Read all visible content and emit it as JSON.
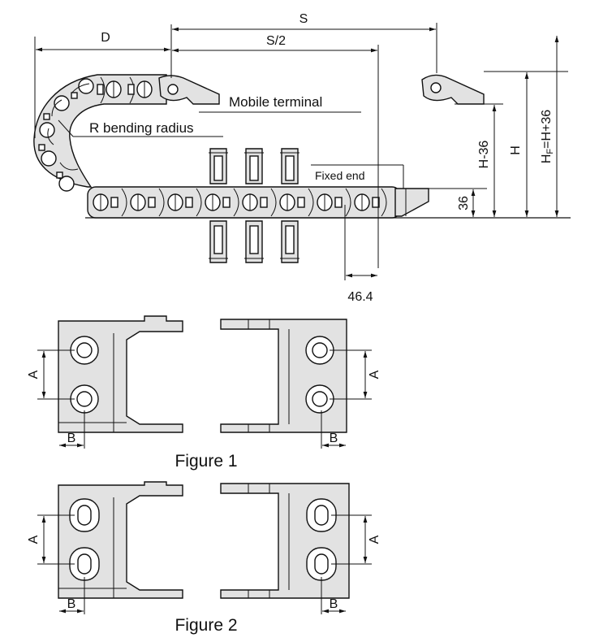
{
  "labels": {
    "S": "S",
    "S_half": "S/2",
    "D": "D",
    "mobile_terminal": "Mobile terminal",
    "bending_radius": "R bending radius",
    "fixed_end": "Fixed end",
    "H_minus": "H-36",
    "H": "H",
    "HF_main": "H",
    "HF_sub": "F",
    "HF_rest": "=H+36",
    "d36": "36",
    "pitch": "46.4",
    "A": "A",
    "B": "B"
  },
  "figures": {
    "fig1_caption": "Figure 1",
    "fig2_caption": "Figure 2"
  },
  "colors": {
    "part_fill": "#e2e2e2",
    "line": "#111111"
  }
}
